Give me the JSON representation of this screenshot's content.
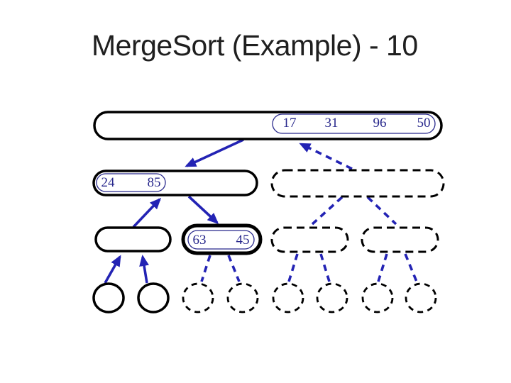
{
  "title": "MergeSort (Example) - 10",
  "colors": {
    "background": "#ffffff",
    "title_color": "#1f1f1f",
    "ink": "#000000",
    "value_blue": "#28288c",
    "arrow_blue": "#2323b4"
  },
  "tree": {
    "root_values": [
      "17",
      "31",
      "96",
      "50"
    ],
    "left_values": [
      "24",
      "85"
    ],
    "mid_values": [
      "63",
      "45"
    ]
  }
}
